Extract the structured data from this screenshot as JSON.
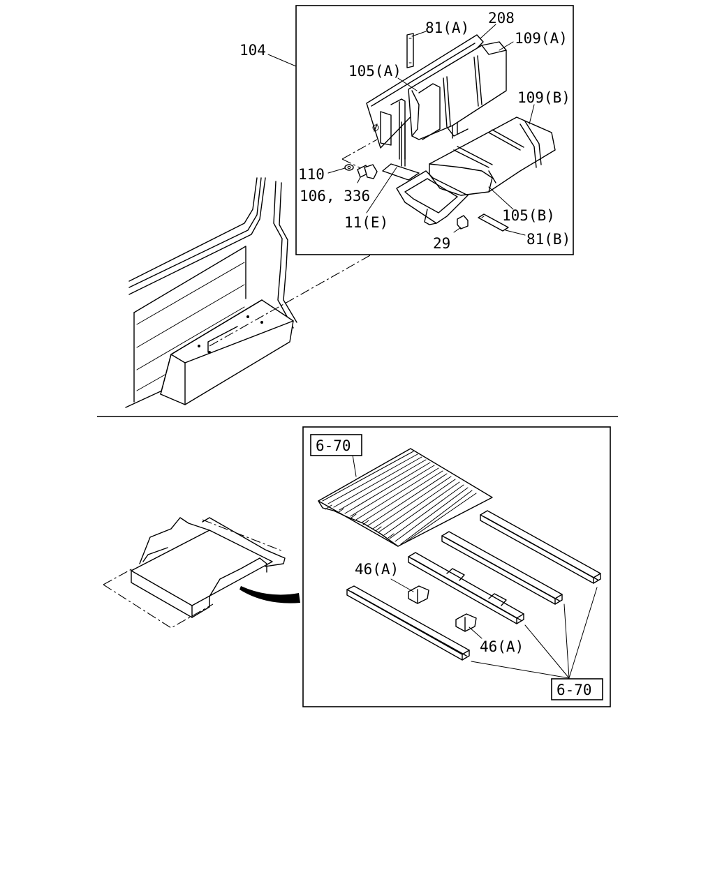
{
  "upper_diagram": {
    "callouts": {
      "c104": "104",
      "c81a": "81(A)",
      "c208": "208",
      "c109a": "109(A)",
      "c105a": "105(A)",
      "c109b": "109(B)",
      "c110": "110",
      "c106": "106, 336",
      "c11e": "11(E)",
      "c105b": "105(B)",
      "c29": "29",
      "c81b": "81(B)"
    }
  },
  "lower_diagram": {
    "callouts": {
      "ref_top": "6-70",
      "c46a_1": "46(A)",
      "c46a_2": "46(A)",
      "ref_bottom": "6-70"
    }
  }
}
